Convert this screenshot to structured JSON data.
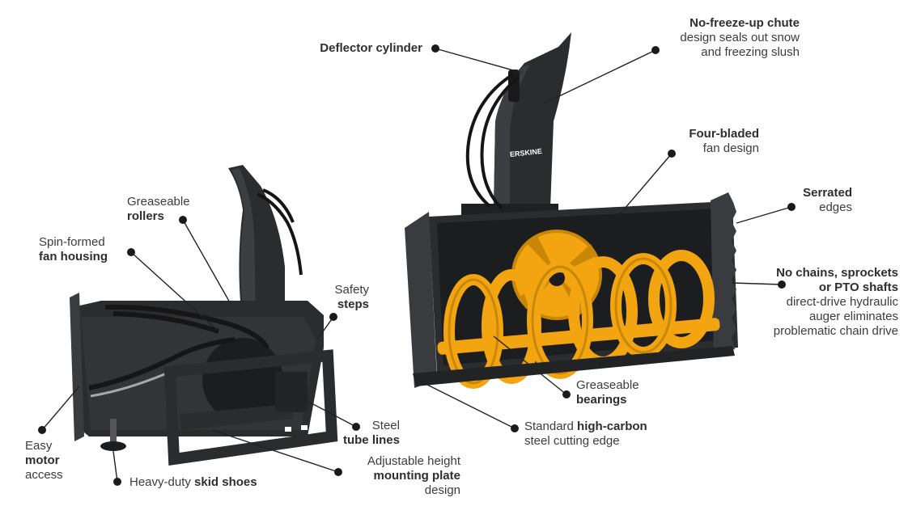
{
  "colors": {
    "housing": "#2b2c2e",
    "housing_dark": "#1c1d1f",
    "housing_light": "#4a4b4e",
    "auger": "#f2a511",
    "auger_dark": "#c98707",
    "leader": "#222222"
  },
  "logo_text": "ERSKINE",
  "callouts": {
    "deflector": {
      "bold": "Deflector cylinder"
    },
    "chute": {
      "bold": "No-freeze-up chute",
      "line2": "design seals out snow",
      "line3": "and freezing slush"
    },
    "fan_design": {
      "bold": "Four-bladed",
      "line2": "fan design"
    },
    "serrated": {
      "bold": "Serrated",
      "line2": "edges"
    },
    "no_chains": {
      "bold1": "No chains, sprockets",
      "bold2": "or PTO shafts",
      "line3": "direct-drive hydraulic",
      "line4": "auger eliminates",
      "line5": "problematic chain drive"
    },
    "bearings": {
      "pre": "Greaseable",
      "bold": "bearings"
    },
    "cutting_edge": {
      "pre": "Standard ",
      "bold": "high-carbon",
      "line2": "steel cutting edge"
    },
    "rollers": {
      "pre": "Greaseable",
      "bold": "rollers"
    },
    "fan_housing": {
      "pre": "Spin-formed",
      "bold": "fan housing"
    },
    "safety": {
      "pre": "Safety",
      "bold": "steps"
    },
    "tube": {
      "pre": "Steel",
      "bold": "tube lines"
    },
    "motor": {
      "pre": "Easy",
      "bold": "motor",
      "post": "access"
    },
    "skid": {
      "pre": "Heavy-duty ",
      "bold": "skid shoes"
    },
    "mounting": {
      "pre": "Adjustable height",
      "bold": "mounting plate",
      "post": "design"
    }
  }
}
